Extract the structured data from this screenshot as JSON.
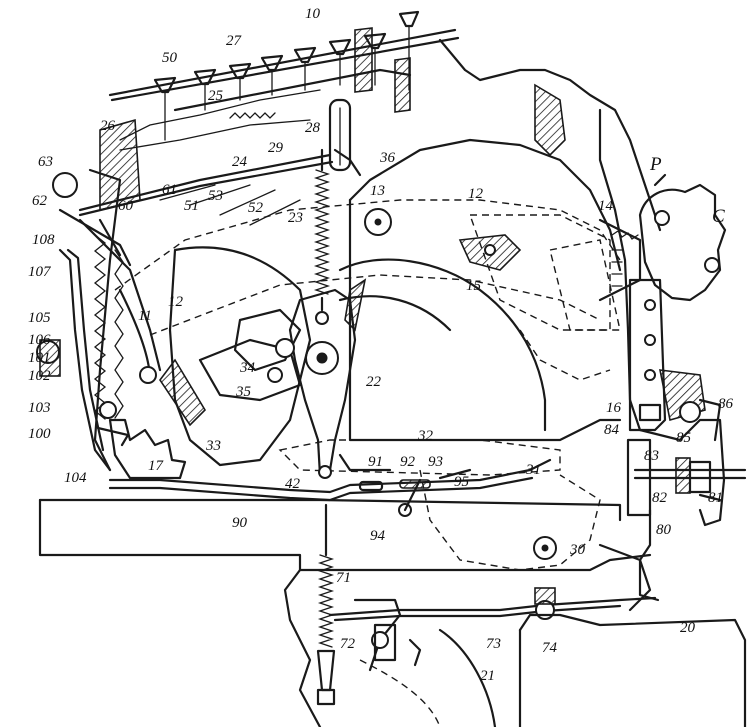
{
  "labels": [
    {
      "id": "10",
      "text": "10"
    },
    {
      "id": "27",
      "text": "27"
    },
    {
      "id": "50",
      "text": "50"
    },
    {
      "id": "25",
      "text": "25"
    },
    {
      "id": "26",
      "text": "26"
    },
    {
      "id": "28",
      "text": "28"
    },
    {
      "id": "29",
      "text": "29"
    },
    {
      "id": "24",
      "text": "24"
    },
    {
      "id": "36",
      "text": "36"
    },
    {
      "id": "63",
      "text": "63"
    },
    {
      "id": "62",
      "text": "62"
    },
    {
      "id": "61",
      "text": "61"
    },
    {
      "id": "51",
      "text": "51"
    },
    {
      "id": "53",
      "text": "53"
    },
    {
      "id": "52",
      "text": "52"
    },
    {
      "id": "23",
      "text": "23"
    },
    {
      "id": "13",
      "text": "13"
    },
    {
      "id": "12a",
      "text": "12"
    },
    {
      "id": "14",
      "text": "14"
    },
    {
      "id": "P",
      "text": "P"
    },
    {
      "id": "C",
      "text": "C"
    },
    {
      "id": "108",
      "text": "108"
    },
    {
      "id": "60",
      "text": "60"
    },
    {
      "id": "107",
      "text": "107"
    },
    {
      "id": "15",
      "text": "15"
    },
    {
      "id": "11",
      "text": "11"
    },
    {
      "id": "12b",
      "text": "12"
    },
    {
      "id": "105",
      "text": "105"
    },
    {
      "id": "106",
      "text": "106"
    },
    {
      "id": "101",
      "text": "101"
    },
    {
      "id": "102",
      "text": "102"
    },
    {
      "id": "34",
      "text": "34"
    },
    {
      "id": "22",
      "text": "22"
    },
    {
      "id": "35",
      "text": "35"
    },
    {
      "id": "103",
      "text": "103"
    },
    {
      "id": "16",
      "text": "16"
    },
    {
      "id": "86",
      "text": "86"
    },
    {
      "id": "84",
      "text": "84"
    },
    {
      "id": "85",
      "text": "85"
    },
    {
      "id": "100",
      "text": "100"
    },
    {
      "id": "32",
      "text": "32"
    },
    {
      "id": "33",
      "text": "33"
    },
    {
      "id": "17",
      "text": "17"
    },
    {
      "id": "104",
      "text": "104"
    },
    {
      "id": "91",
      "text": "91"
    },
    {
      "id": "92",
      "text": "92"
    },
    {
      "id": "93",
      "text": "93"
    },
    {
      "id": "31",
      "text": "31"
    },
    {
      "id": "83",
      "text": "83"
    },
    {
      "id": "42",
      "text": "42"
    },
    {
      "id": "95",
      "text": "95"
    },
    {
      "id": "90",
      "text": "90"
    },
    {
      "id": "82",
      "text": "82"
    },
    {
      "id": "81",
      "text": "81"
    },
    {
      "id": "94",
      "text": "94"
    },
    {
      "id": "80",
      "text": "80"
    },
    {
      "id": "30",
      "text": "30"
    },
    {
      "id": "71",
      "text": "71"
    },
    {
      "id": "20",
      "text": "20"
    },
    {
      "id": "72",
      "text": "72"
    },
    {
      "id": "73",
      "text": "73"
    },
    {
      "id": "74",
      "text": "74"
    },
    {
      "id": "21",
      "text": "21"
    }
  ]
}
